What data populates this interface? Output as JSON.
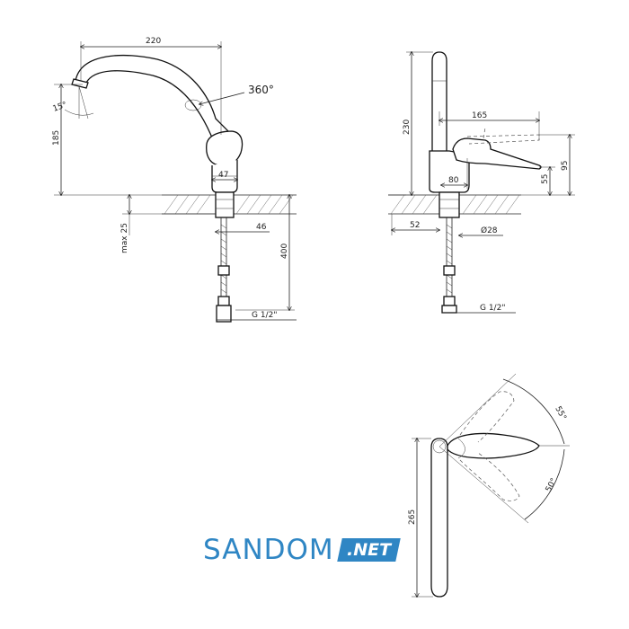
{
  "front_view": {
    "width": "220",
    "height": "185",
    "angle_spout": "15°",
    "rotation": "360°",
    "body_width": "47",
    "max_deck": "max 25",
    "hole": "46",
    "hose_length": "400",
    "thread": "G 1/2\""
  },
  "side_view": {
    "height": "230",
    "reach": "165",
    "lever_height": "95",
    "base_height": "55",
    "body_depth": "80",
    "offset": "52",
    "diameter": "Ø28",
    "thread": "G 1/2\""
  },
  "top_view": {
    "angle_up": "55°",
    "angle_down": "50°",
    "length": "265"
  },
  "logo": {
    "main": "SANDOM",
    "badge": ".NET",
    "color": "#2f86c4"
  }
}
